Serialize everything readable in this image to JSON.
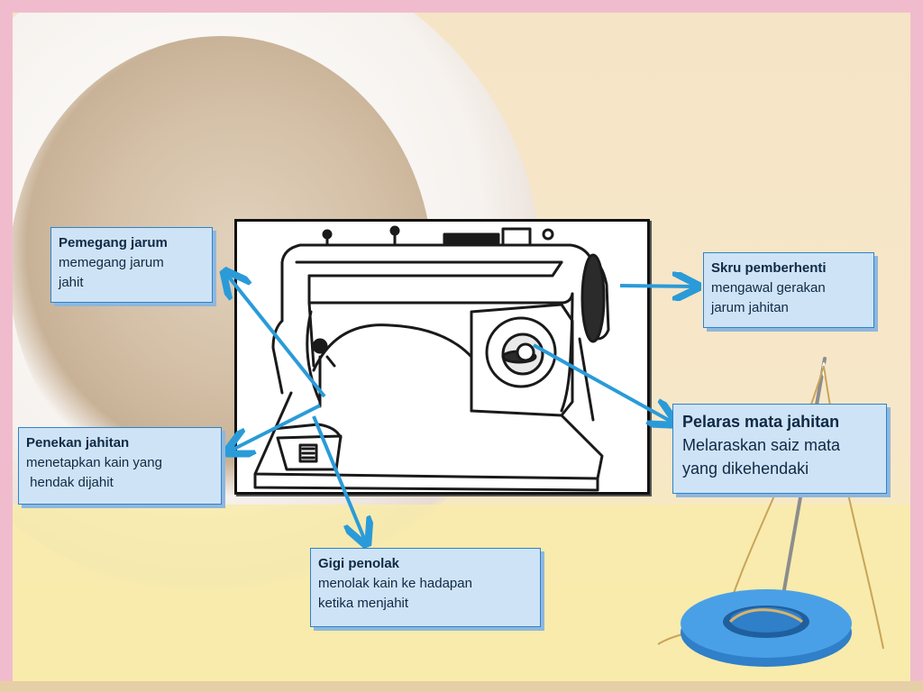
{
  "callouts": {
    "pemegang": {
      "title": "Pemegang jarum",
      "desc": "memegang jarum\njahit"
    },
    "penekan": {
      "title": "Penekan jahitan",
      "desc": "menetapkan kain yang\n hendak dijahit"
    },
    "gigi": {
      "title": "Gigi penolak",
      "desc": "menolak kain ke hadapan\nketika menjahit"
    },
    "skru": {
      "title": "Skru pemberhenti",
      "desc": "mengawal gerakan\njarum jahitan"
    },
    "pelaras": {
      "title": "Pelaras mata jahitan",
      "desc": "Melaraskan saiz mata\nyang dikehendaki"
    }
  },
  "colors": {
    "callout_bg": "#cfe3f6",
    "callout_border": "#2d83c9",
    "arrow": "#2a9bd8",
    "frame": "#f0bccd"
  }
}
